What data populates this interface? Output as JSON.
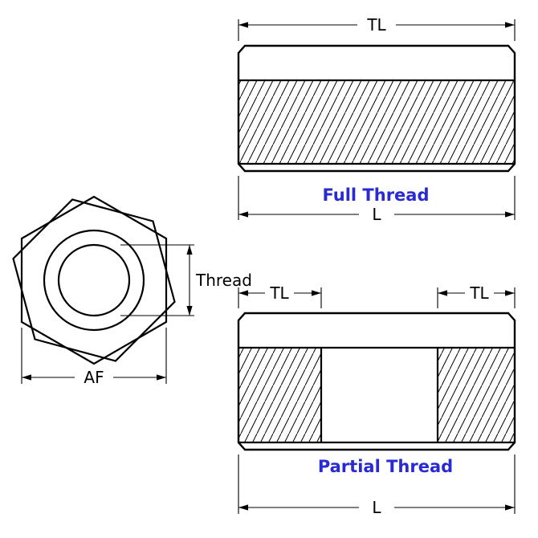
{
  "colors": {
    "background": "#ffffff",
    "line": "#000000",
    "accent": "#2a2ad2"
  },
  "end_view": {
    "thread_label": "Thread",
    "af_label": "AF"
  },
  "full_thread_view": {
    "tl_label": "TL",
    "caption": "Full Thread",
    "l_label": "L"
  },
  "partial_thread_view": {
    "tl_left_label": "TL",
    "tl_right_label": "TL",
    "caption": "Partial Thread",
    "l_label": "L"
  }
}
